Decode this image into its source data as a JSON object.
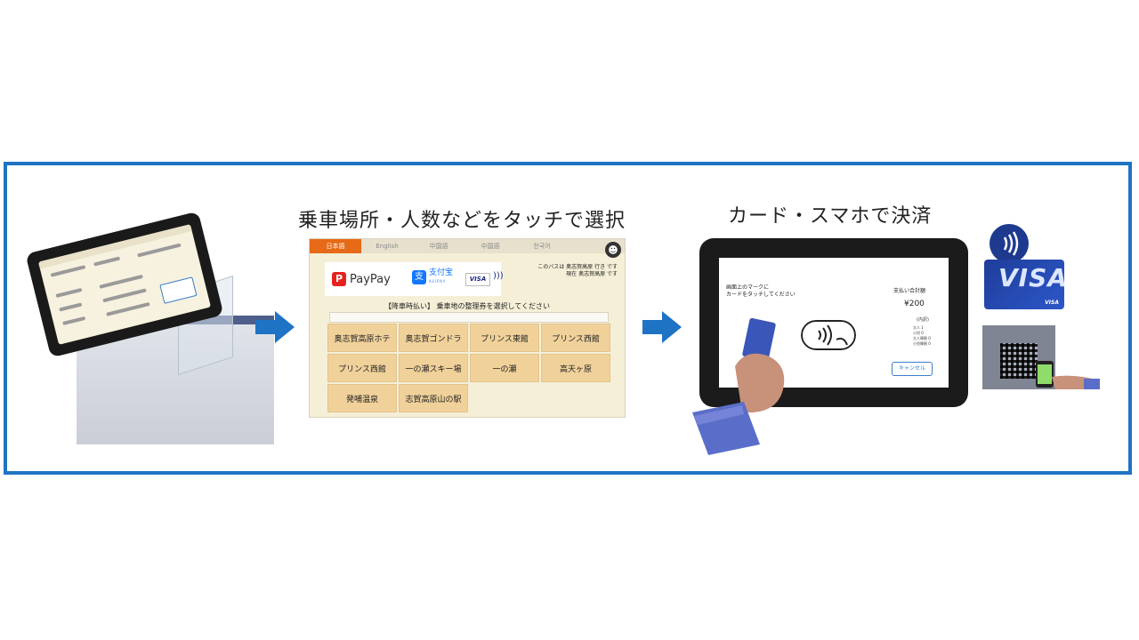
{
  "headings": {
    "select_step": "乗車場所・人数などをタッチで選択",
    "pay_step": "カード・スマホで決済"
  },
  "colors": {
    "frame": "#1f73c4",
    "arrow": "#1f73c4",
    "tab_active": "#e66a17",
    "station_cell": "#f0d19a"
  },
  "select_screen": {
    "language_tabs": [
      "日本語",
      "English",
      "中国語",
      "中国語",
      "한국어"
    ],
    "logos": {
      "paypay": "PayPay",
      "alipay": "支付宝",
      "alipay_sub": "ALIPAY",
      "visa": "VISA"
    },
    "info_line1": "このバスは 奥志賀高原 行き です",
    "info_line2": "現在 奥志賀高原 です",
    "prompt": "【降車時払い】 乗車地の整理券を選択してください",
    "stations": [
      "奥志賀高原ホテ",
      "奥志賀ゴンドラ",
      "プリンス東館",
      "プリンス西館",
      "プリンス西館",
      "一の瀬スキー場",
      "一の瀬",
      "高天ヶ原",
      "発哺温泉",
      "志賀高原山の駅"
    ]
  },
  "pay_screen": {
    "message_line1": "画面上のマークに",
    "message_line2": "カードをタッチしてください",
    "amount_label": "支払い合計額",
    "amount": "¥200",
    "detail_heading": "(内訳)",
    "detail_lines": [
      "大人 1",
      "小児 0",
      "大人障割 0",
      "小児障割 0"
    ],
    "cancel": "キャンセル"
  },
  "visa_card": {
    "brand": "VISA",
    "brand_small": "VISA"
  }
}
